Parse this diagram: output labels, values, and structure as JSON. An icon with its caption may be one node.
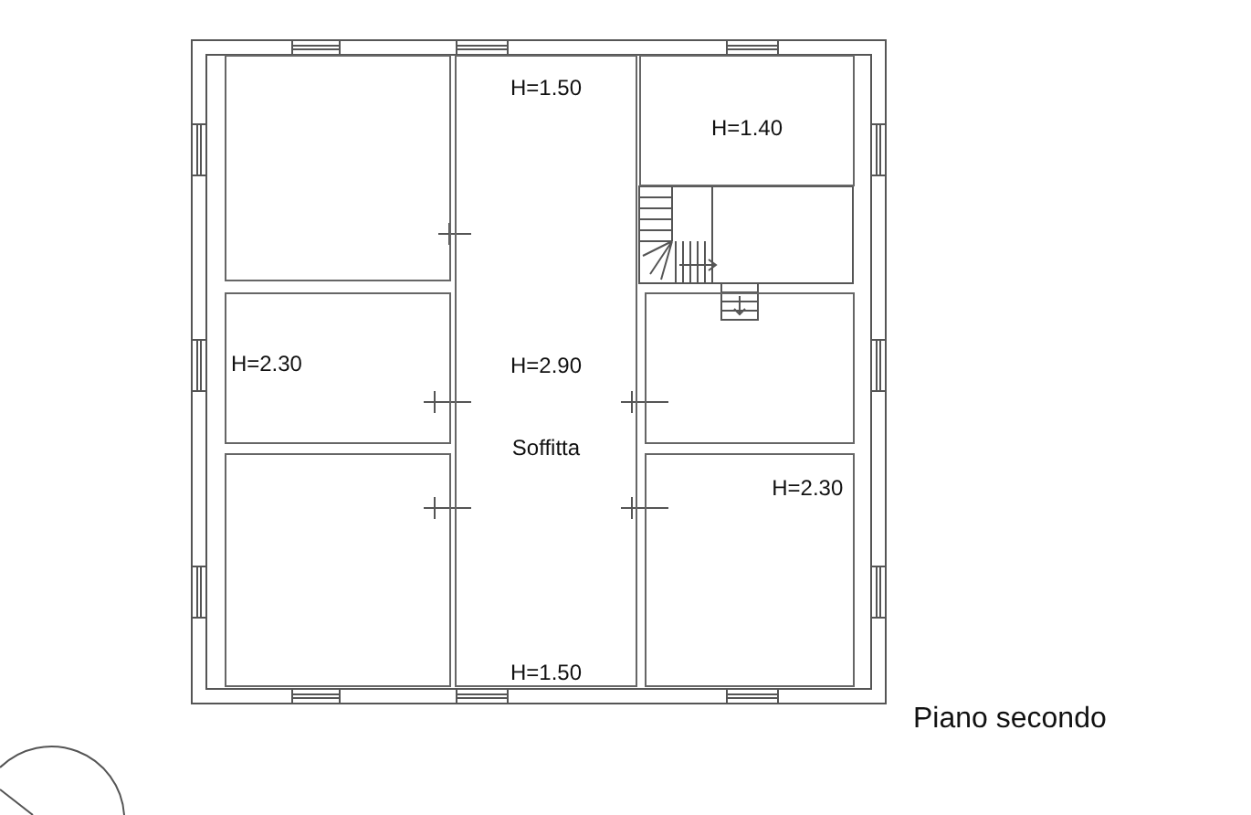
{
  "diagram": {
    "nodes": [
      {
        "text": [],
        "shape": "box"
      },
      {
        "text": [
          "H=1.50",
          "H=2.90",
          "Soffitta",
          "H=1.50"
        ]
      },
      {
        "text": [
          "H=1.40"
        ]
      },
      {
        "text": [
          "H=2.30"
        ]
      },
      {
        "text": [],
        "shape": "box"
      },
      {
        "text": [],
        "shape": "box"
      },
      {
        "text": [
          "H=2.30"
        ]
      }
    ],
    "edges": [],
    "labels": [
      "Piano secondo"
    ]
  }
}
